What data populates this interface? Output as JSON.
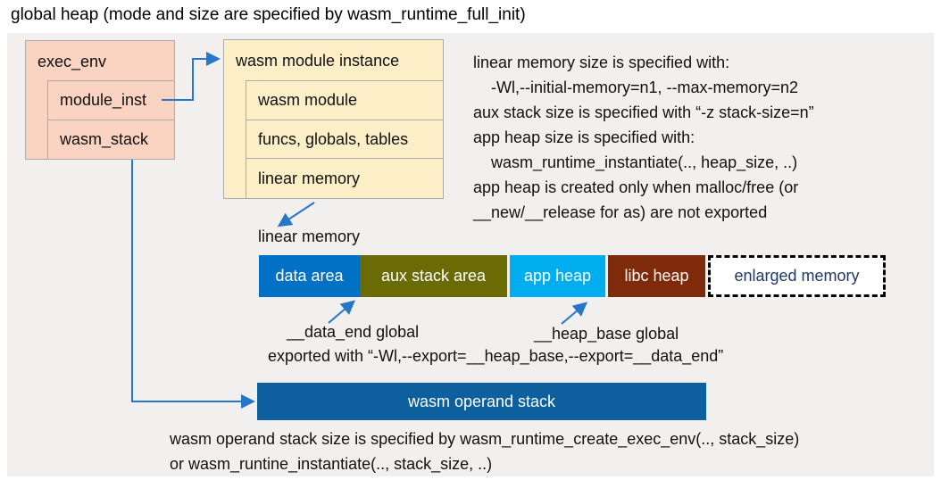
{
  "title": "global heap (mode and size are specified by wasm_runtime_full_init)",
  "exec_env": {
    "header": "exec_env",
    "rows": [
      "module_inst",
      "wasm_stack"
    ]
  },
  "module_instance": {
    "header": "wasm module instance",
    "rows": [
      "wasm module",
      "funcs, globals, tables",
      "linear memory"
    ]
  },
  "notes": {
    "lines": [
      "linear memory size is specified with:",
      "-Wl,--initial-memory=n1, --max-memory=n2",
      "aux stack size is specified with “-z stack-size=n”",
      "app heap size is specified with:",
      "wasm_runtime_instantiate(.., heap_size, ..)",
      "app heap is created only when malloc/free (or",
      "__new/__release for as) are not exported"
    ]
  },
  "linear_memory": {
    "label": "linear memory",
    "segments": [
      {
        "label": "data area",
        "color": "#0071C5"
      },
      {
        "label": "aux stack area",
        "color": "#6A6B04"
      },
      {
        "label": "app heap",
        "color": "#00AEEF"
      },
      {
        "label": "libc heap",
        "color": "#7E2A0B"
      },
      {
        "label": "enlarged memory",
        "color": "#FFFFFF"
      }
    ],
    "data_end_label": "__data_end global",
    "heap_base_label": "__heap_base global",
    "export_note": "exported with “-Wl,--export=__heap_base,--export=__data_end”"
  },
  "operand_stack": {
    "label": "wasm operand stack",
    "color": "#0D5F9E",
    "notes": [
      "wasm operand stack size is specified by wasm_runtime_create_exec_env(.., stack_size)",
      "or wasm_runtine_instantiate(.., stack_size, ..)"
    ]
  },
  "colors": {
    "panel_background": "#F1F0EE",
    "exec_env_fill": "#FBD3C3",
    "module_instance_fill": "#FCEEC7",
    "box_border": "#ABABAB",
    "arrow_blue": "#2777C8",
    "enlarged_text": "#1F3864"
  }
}
